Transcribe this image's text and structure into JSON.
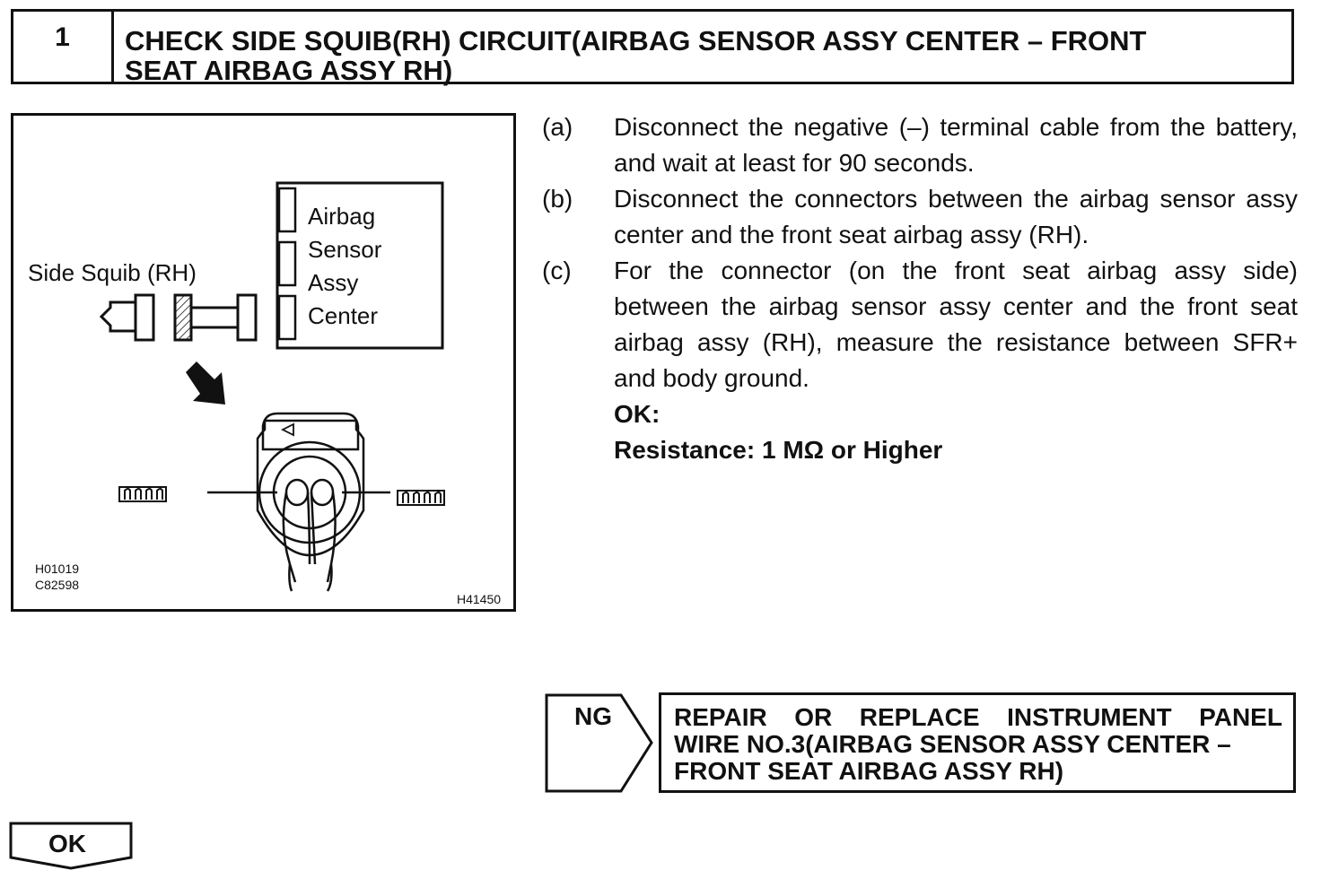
{
  "header": {
    "step_number": "1",
    "title_line1": "CHECK SIDE SQUIB(RH) CIRCUIT(AIRBAG SENSOR ASSY CENTER – FRONT",
    "title_line2": "SEAT AIRBAG ASSY RH)"
  },
  "figure": {
    "side_squib_label": "Side Squib (RH)",
    "sensor_label_lines": [
      "Airbag",
      "Sensor",
      "Assy",
      "Center"
    ],
    "codes": [
      "H01019",
      "C82598"
    ],
    "figure_id": "H41450"
  },
  "instructions": [
    {
      "letter": "(a)",
      "text": "Disconnect the negative (–) terminal cable from the battery, and wait at least for 90 seconds."
    },
    {
      "letter": "(b)",
      "text": "Disconnect the connectors between the airbag sensor assy center and the front seat airbag assy (RH)."
    },
    {
      "letter": "(c)",
      "text": "For the connector (on the front seat airbag assy side) between the airbag sensor assy center and the front seat airbag assy (RH), measure the resistance between SFR+ and body ground."
    }
  ],
  "ok_spec": {
    "label": "OK:",
    "value": "Resistance: 1 MΩ or Higher"
  },
  "ng": {
    "label": "NG",
    "action_lines": [
      "REPAIR OR REPLACE INSTRUMENT PANEL",
      "WIRE NO.3(AIRBAG SENSOR ASSY CENTER –",
      "FRONT SEAT AIRBAG ASSY RH)"
    ]
  },
  "ok": {
    "label": "OK"
  }
}
